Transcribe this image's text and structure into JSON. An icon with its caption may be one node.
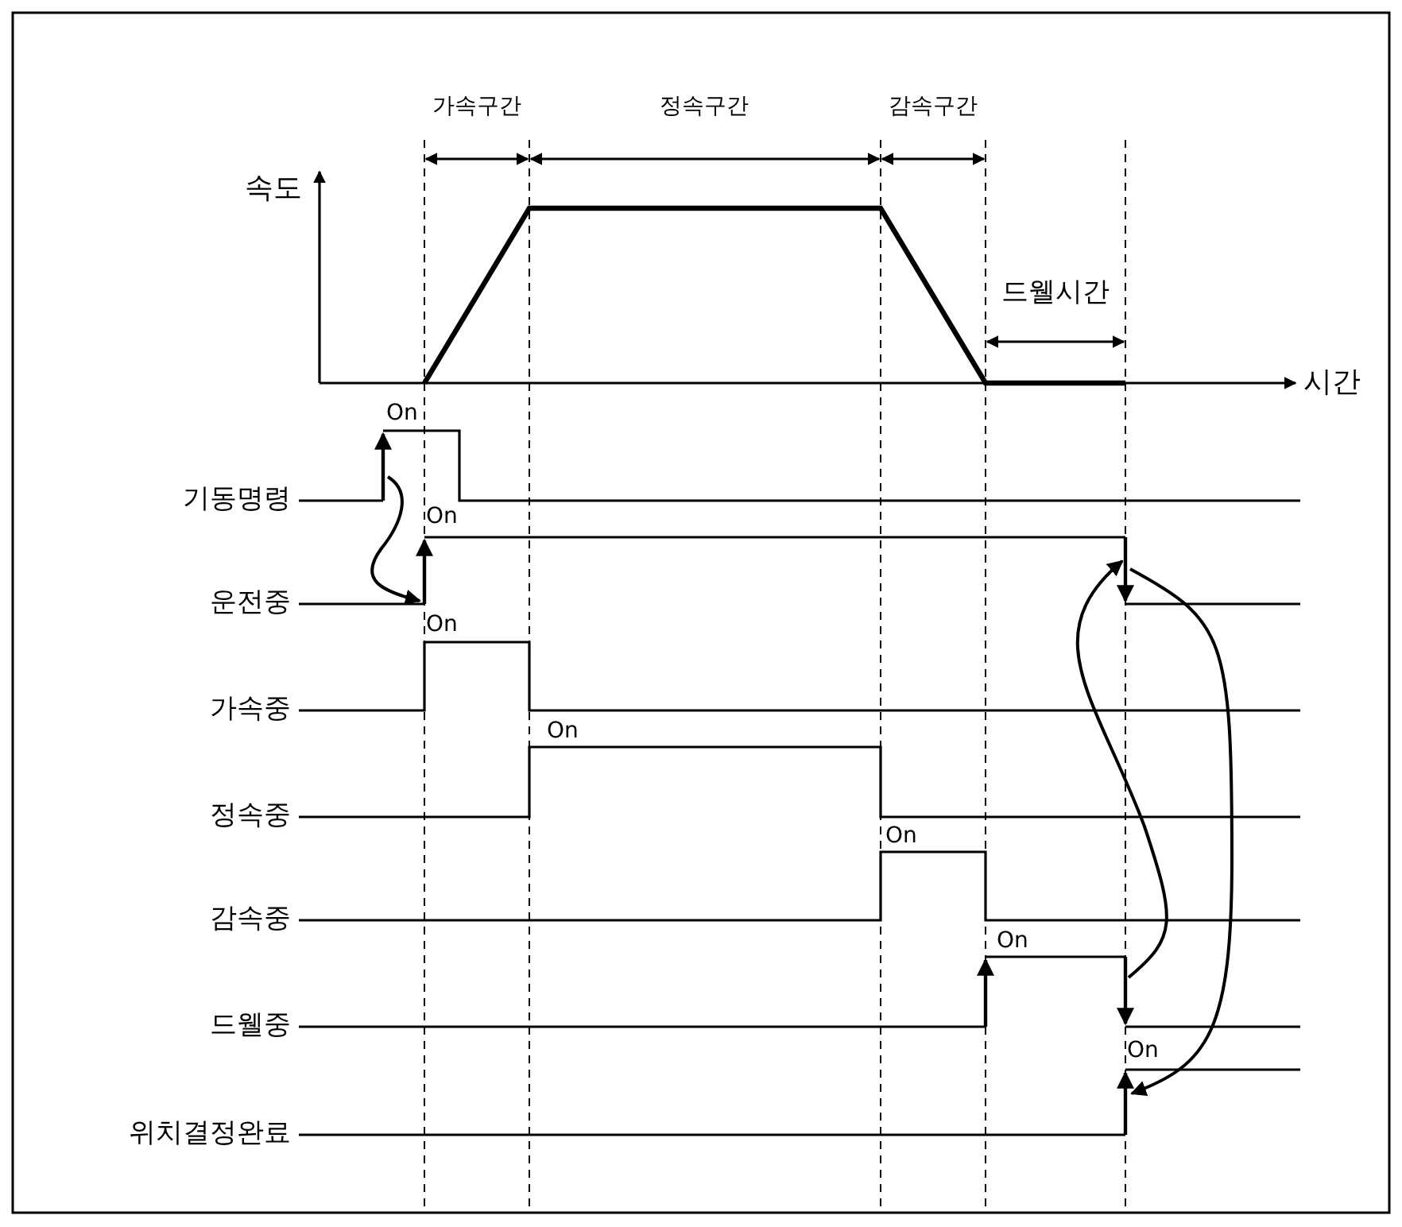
{
  "diagram": {
    "labels": [
      "가속구간",
      "정속구간",
      "감속구간",
      "속도",
      "드웰시간",
      "시간",
      "On",
      "기동명령",
      "On",
      "운전중",
      "On",
      "가속중",
      "On",
      "정속중",
      "On",
      "감속중",
      "On",
      "드웰중",
      "On",
      "위치결정완료"
    ]
  }
}
